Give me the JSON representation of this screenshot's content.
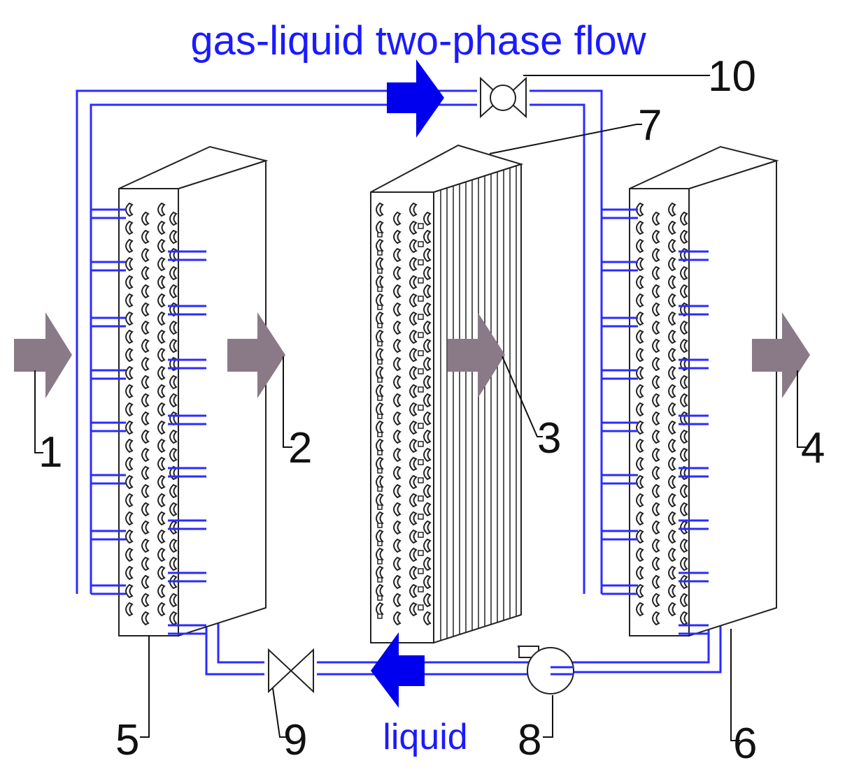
{
  "labels": {
    "top_flow": "gas-liquid two-phase flow",
    "bottom_flow": "liquid",
    "n1": "1",
    "n2": "2",
    "n3": "3",
    "n4": "4",
    "n5": "5",
    "n6": "6",
    "n7": "7",
    "n8": "8",
    "n9": "9",
    "n10": "10"
  },
  "colors": {
    "pipe": "#2b2bff",
    "flow_arrow": "#0000ee",
    "air_arrow": "#8a7a87",
    "outline": "#222222"
  }
}
